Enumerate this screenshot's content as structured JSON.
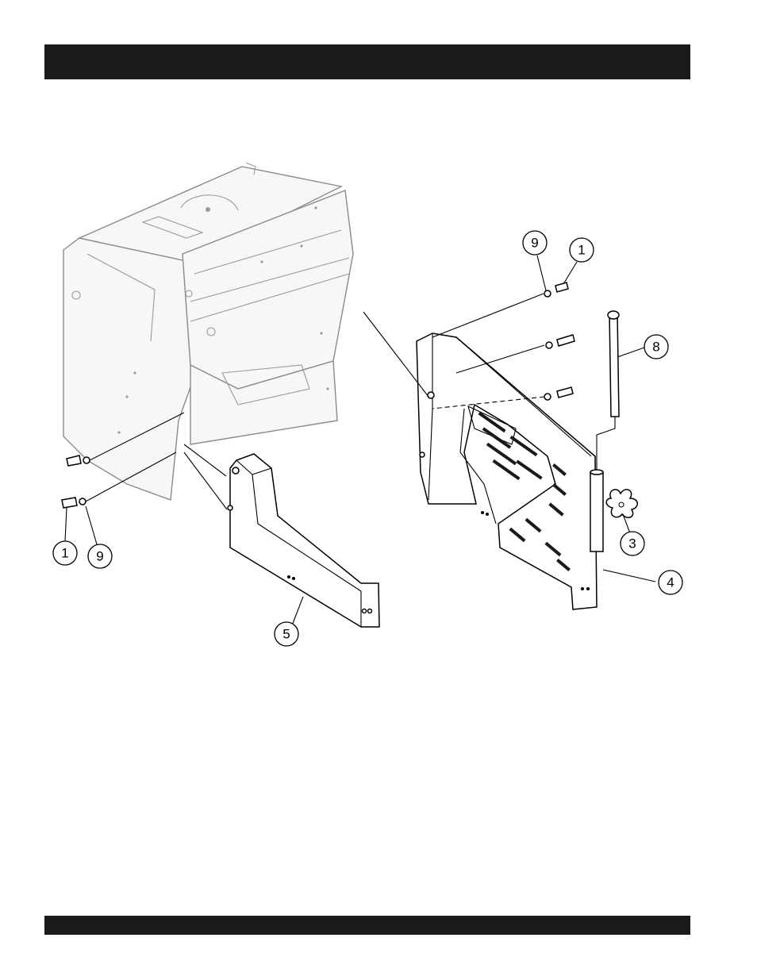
{
  "header_bar": {
    "text": ""
  },
  "footer_bar": {
    "text": ""
  },
  "diagram": {
    "callouts": [
      {
        "id": "c1",
        "label": "9"
      },
      {
        "id": "c2",
        "label": "1"
      },
      {
        "id": "c3",
        "label": "8"
      },
      {
        "id": "c4",
        "label": "3"
      },
      {
        "id": "c5",
        "label": "4"
      },
      {
        "id": "c6",
        "label": "5"
      },
      {
        "id": "c7",
        "label": "1"
      },
      {
        "id": "c8",
        "label": "9"
      }
    ]
  },
  "colors": {
    "bar": "#1a1a1a",
    "frame": "#8a8a8a",
    "part": "#000000",
    "background": "#ffffff"
  }
}
